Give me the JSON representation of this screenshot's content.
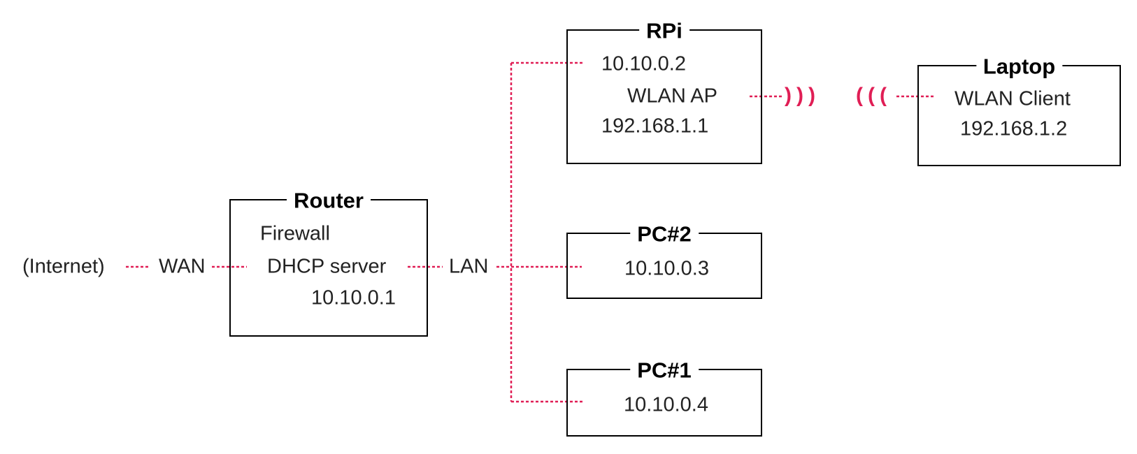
{
  "colors": {
    "accent": "#e01e55",
    "border": "#000000",
    "text": "#222222",
    "title": "#000000",
    "background": "#ffffff"
  },
  "labels": {
    "internet": "(Internet)",
    "wan": "WAN",
    "lan": "LAN"
  },
  "nodes": {
    "router": {
      "title": "Router",
      "lines": [
        "Firewall",
        "DHCP server",
        "10.10.0.1"
      ]
    },
    "rpi": {
      "title": "RPi",
      "lines": [
        "10.10.0.2",
        "WLAN AP",
        "192.168.1.1"
      ]
    },
    "laptop": {
      "title": "Laptop",
      "lines": [
        "WLAN Client",
        "192.168.1.2"
      ]
    },
    "pc2": {
      "title": "PC#2",
      "lines": [
        "10.10.0.3"
      ]
    },
    "pc1": {
      "title": "PC#1",
      "lines": [
        "10.10.0.4"
      ]
    }
  },
  "wireless": {
    "tx": ")))",
    "rx": "((("
  }
}
